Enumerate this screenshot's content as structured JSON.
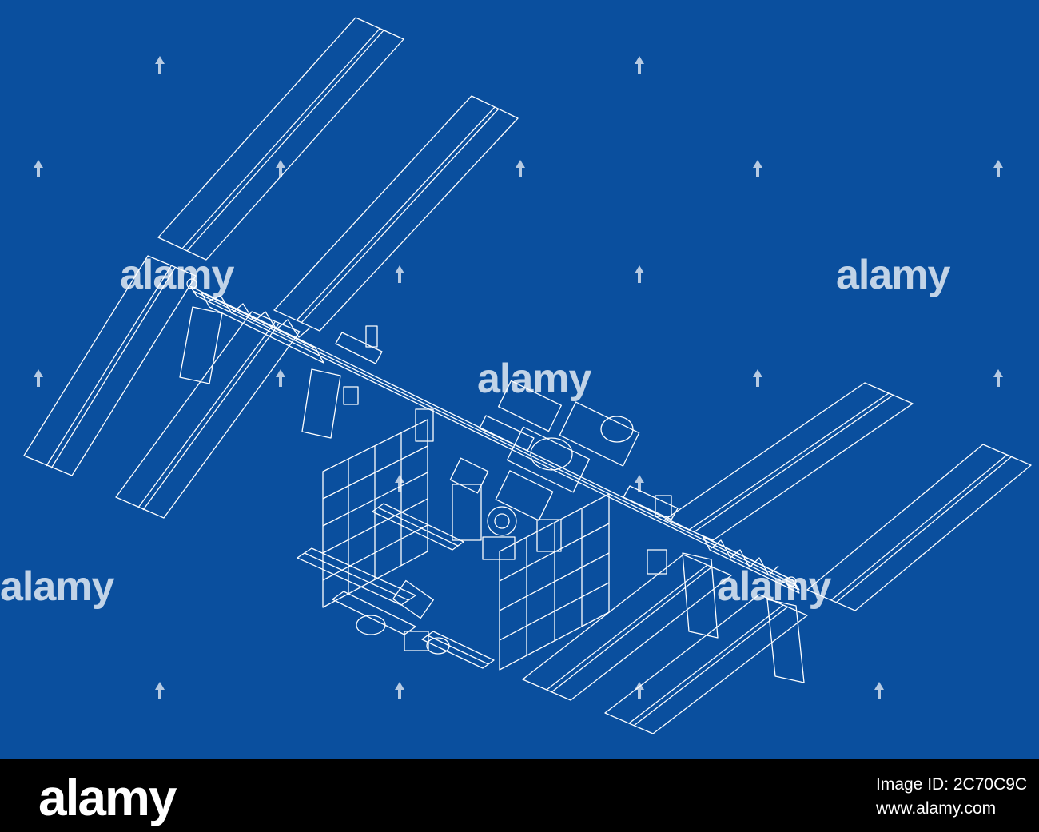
{
  "scene": {
    "subject": "space-station-wireframe",
    "background_color": "#0a4f9e",
    "line_color": "#ffffff"
  },
  "watermark": {
    "text": "alamy"
  },
  "footer": {
    "logo": "alamy",
    "image_id": "Image ID: 2C70C9C",
    "site": "www.alamy.com"
  }
}
